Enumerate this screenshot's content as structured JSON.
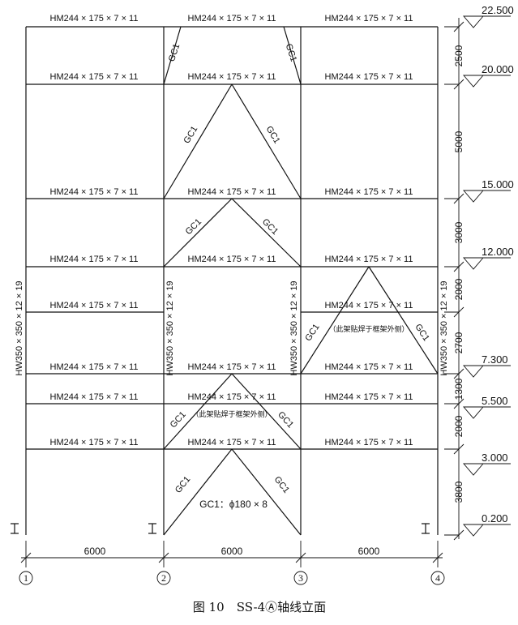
{
  "beam_label": "HM244 × 175 × 7 × 11",
  "column_label": "HW350 × 350 × 12 × 19",
  "brace_label": "GC1",
  "brace_spec": "GC1：ϕ180 × 8",
  "note_label": "（此架贴焊于框架外侧）",
  "elevations": [
    "22.500",
    "20.000",
    "15.000",
    "12.000",
    "7.300",
    "5.500",
    "3.000",
    "0.200"
  ],
  "story_dims": [
    "2500",
    "5000",
    "3000",
    "2000",
    "2700",
    "1300",
    "2000",
    "3800"
  ],
  "bay_dims": [
    "6000",
    "6000",
    "6000"
  ],
  "axis_ids": [
    "1",
    "2",
    "3",
    "4"
  ],
  "caption": "图 10　SS-4Ⓐ轴线立面"
}
